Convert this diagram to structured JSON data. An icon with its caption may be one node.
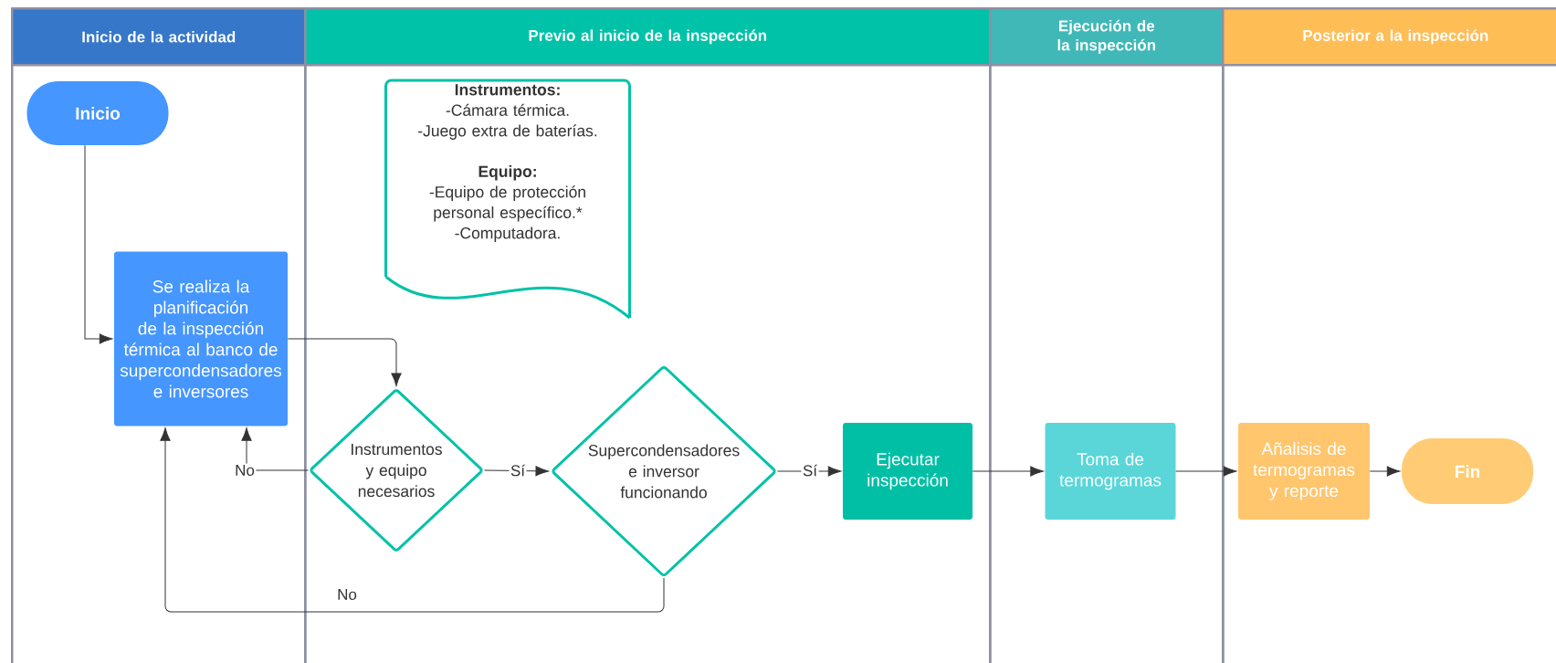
{
  "diagram": {
    "nodes": [
      {
        "text": [
          "Inicio de la actividad"
        ]
      },
      {
        "text": [
          "Previo al inicio de la inspección"
        ]
      },
      {
        "text": [
          "Ejecución de la inspección"
        ]
      },
      {
        "text": [
          "Posterior a la inspección"
        ]
      },
      {
        "text": [
          "Inicio"
        ],
        "in": 0
      },
      {
        "text": [
          "Se realiza la planificación de la inspección térmica al banco de supercondensadores e inversores"
        ],
        "in": 0
      },
      {
        "text": [
          "Instrumentos:",
          "-Cámara térmica.",
          "-Juego extra de baterías.",
          "Equipo:",
          "-Equipo de protección personal específico.*",
          "-Computadora."
        ],
        "in": 1
      },
      {
        "text": [
          "Instrumentos y equipo necesarios"
        ],
        "in": 1
      },
      {
        "text": [
          "Supercondensadores e inversor funcionando"
        ],
        "in": 1
      },
      {
        "text": [
          "Ejecutar inspección"
        ],
        "in": 1
      },
      {
        "text": [
          "Toma de termogramas"
        ],
        "in": 2
      },
      {
        "text": [
          "Añalisis de termogramas y reporte"
        ],
        "in": 3
      },
      {
        "text": [
          "Fin"
        ],
        "in": 3
      }
    ],
    "edges": [
      {
        "from": 4,
        "to": 5,
        "arrow": "to"
      },
      {
        "from": 5,
        "to": 7,
        "arrow": "to"
      },
      {
        "from": 7,
        "to": 5,
        "arrow": "to",
        "label": "No"
      },
      {
        "from": 7,
        "to": 8,
        "arrow": "to",
        "label": "Sí"
      },
      {
        "from": 8,
        "to": 5,
        "arrow": "to",
        "label": "No"
      },
      {
        "from": 8,
        "to": 9,
        "arrow": "to",
        "label": "Sí"
      },
      {
        "from": 9,
        "to": 10,
        "arrow": "to"
      },
      {
        "from": 10,
        "to": 11,
        "arrow": "to"
      },
      {
        "from": 11,
        "to": 12,
        "arrow": "to"
      }
    ]
  }
}
